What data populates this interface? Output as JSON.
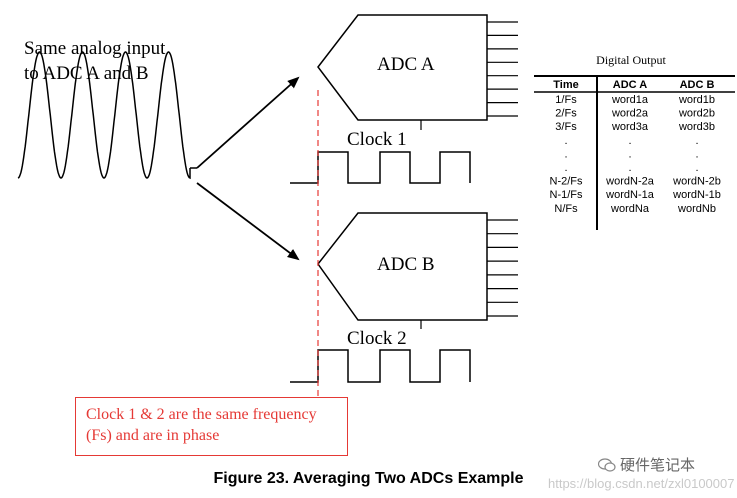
{
  "input_label": {
    "line1": "Same analog input",
    "line2": "to ADC A and B"
  },
  "adc_a": {
    "label": "ADC A"
  },
  "adc_b": {
    "label": "ADC B"
  },
  "clock1": {
    "label": "Clock 1"
  },
  "clock2": {
    "label": "Clock 2"
  },
  "output_table": {
    "title": "Digital Output",
    "headers": [
      "Time",
      "ADC A",
      "ADC B"
    ],
    "rows": [
      [
        "1/Fs",
        "word1a",
        "word1b"
      ],
      [
        "2/Fs",
        "word2a",
        "word2b"
      ],
      [
        "3/Fs",
        "word3a",
        "word3b"
      ],
      [
        ".",
        ".",
        "."
      ],
      [
        ".",
        ".",
        "."
      ],
      [
        ".",
        ".",
        "."
      ],
      [
        "N-2/Fs",
        "wordN-2a",
        "wordN-2b"
      ],
      [
        "N-1/Fs",
        "wordN-1a",
        "wordN-1b"
      ],
      [
        "N/Fs",
        "wordNa",
        "wordNb"
      ]
    ]
  },
  "note": {
    "line1": "Clock 1 & 2 are the same frequency",
    "line2": "(Fs) and are in phase",
    "color": "#e53935"
  },
  "caption": "Figure 23. Averaging Two ADCs Example",
  "wechat_tag": "硬件笔记本",
  "watermark": "https://blog.csdn.net/zxl0100007"
}
